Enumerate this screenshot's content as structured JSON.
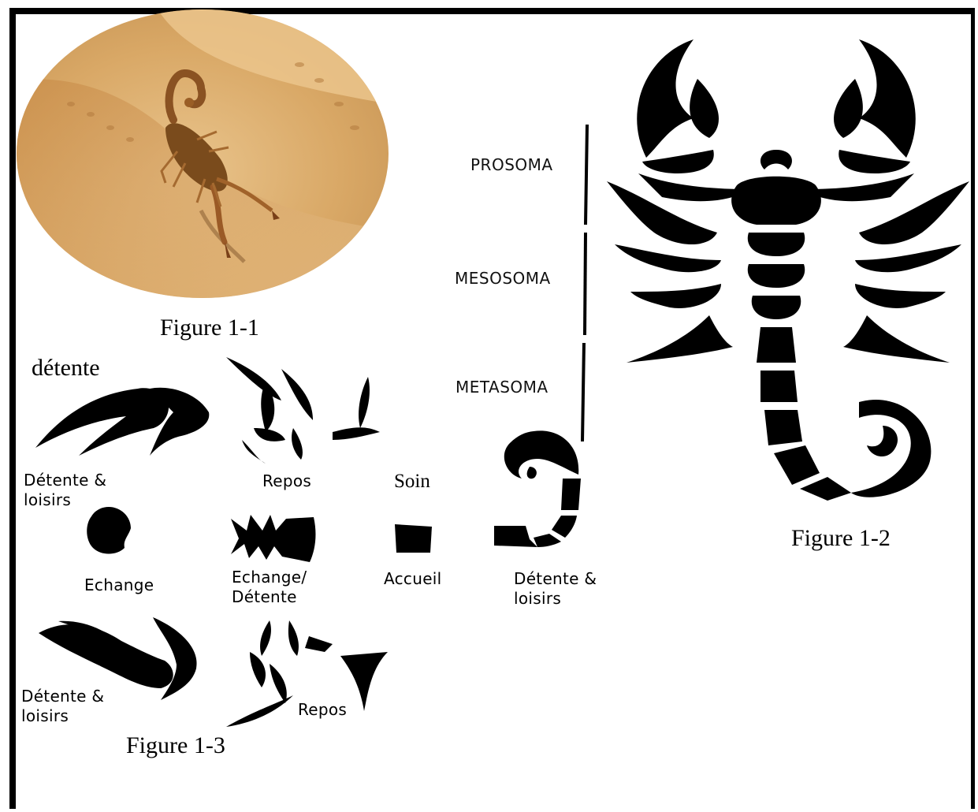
{
  "figure_1_1": {
    "caption": "Figure 1-1"
  },
  "figure_1_2": {
    "caption": "Figure 1-2",
    "regions": {
      "prosoma": "PROSOMA",
      "mesosoma": "MESOSOMA",
      "metasoma": "METASOMA"
    }
  },
  "figure_1_3": {
    "caption": "Figure 1-3",
    "heading": "détente",
    "parts": [
      {
        "label_line1": "Détente &",
        "label_line2": "loisirs",
        "icon": "left-claw-icon"
      },
      {
        "label_line1": "Repos",
        "icon": "left-legs-icon"
      },
      {
        "label_line1": "Soin",
        "icon": "none"
      },
      {
        "label_line1": "Echange",
        "icon": "head-icon"
      },
      {
        "label_line1": "Echange/",
        "label_line2": "Détente",
        "icon": "body-icon"
      },
      {
        "label_line1": "Accueil",
        "icon": "segment-icon"
      },
      {
        "label_line1": "Détente &",
        "label_line2": "loisirs",
        "icon": "tail-icon"
      },
      {
        "label_line1": "Détente &",
        "label_line2": "loisirs",
        "icon": "right-claw-icon"
      },
      {
        "label_line1": "Repos",
        "icon": "right-legs-icon"
      }
    ]
  },
  "colors": {
    "ink": "#000000",
    "sand_light": "#e6bc7e",
    "sand_dark": "#c48c4c",
    "scorpion": "#6b3c14"
  }
}
